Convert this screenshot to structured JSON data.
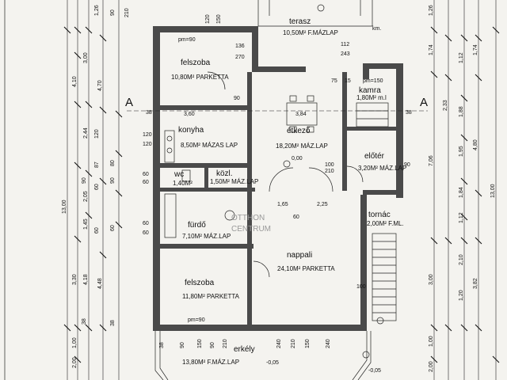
{
  "rooms": {
    "terasz": {
      "name": "terasz",
      "area": "10,50M² F.MÁZLAP"
    },
    "felszoba_top": {
      "name": "felszoba",
      "area": "10,80M² PARKETTA"
    },
    "kamra": {
      "name": "kamra",
      "area": "1,80M² m.l"
    },
    "konyha": {
      "name": "konyha",
      "area": "8,50M² MÁZAS LAP"
    },
    "etkezo": {
      "name": "étkező",
      "area": "18,20M² MÁZ.LAP"
    },
    "eloter": {
      "name": "előtér",
      "area": "3,20M² MÁZ.LAP"
    },
    "wc": {
      "name": "wc",
      "area": "1,40M²"
    },
    "kozl": {
      "name": "közl.",
      "area": "1,50M² MÁZ.LAP"
    },
    "furdo": {
      "name": "fürdő",
      "area": "7,10M² MÁZ.LAP"
    },
    "tornac": {
      "name": "tornác",
      "area": "2,00M² F.ML."
    },
    "nappali": {
      "name": "nappali",
      "area": "24,10M² PARKETTA"
    },
    "felszoba_bottom": {
      "name": "felszoba",
      "area": "11,80M² PARKETTA"
    },
    "erkely": {
      "name": "erkély",
      "area": "13,80M² F.MÁZ.LAP"
    }
  },
  "axes": {
    "left": "A",
    "right": "A"
  },
  "watermark": {
    "line1": "OTTHON",
    "line2": "CENTRUM"
  },
  "dims": {
    "left_outer": [
      "2,00",
      "1,00",
      "3,30",
      "2,05",
      "1,45",
      "4,10",
      "3,00",
      "1,26"
    ],
    "left_total": "13,00",
    "left_mid": [
      "4,48",
      "4,18",
      "2,44",
      "4,70"
    ],
    "left_inner": [
      "38",
      "90",
      "60",
      "120",
      "60",
      "87",
      "90",
      "38",
      "90",
      "80",
      "60",
      "210"
    ],
    "right_outer": [
      "2,00",
      "1,00",
      "3,00",
      "7,06",
      "1,74",
      "1,26"
    ],
    "right_total": "13,00",
    "right_mid": [
      "3,82",
      "4,80",
      "2,33",
      "1,74"
    ],
    "right_inner": [
      "1,20",
      "2,10",
      "1,12",
      "1,84",
      "1,95",
      "1,88",
      "1,12"
    ],
    "top": [
      "120",
      "150",
      "136",
      "270",
      "112",
      "243",
      "km."
    ],
    "interior": [
      "pm=90",
      "3,60",
      "3,84",
      "pm=150",
      "pm=90",
      "2,25",
      "1,65",
      "60",
      "0,00",
      "-0,05",
      "-0,05",
      "100",
      "210",
      "90",
      "90",
      "75",
      "15"
    ],
    "bottom": [
      "90",
      "150",
      "90",
      "210",
      "240",
      "210",
      "150",
      "38",
      "100",
      "240"
    ],
    "wall_marks": [
      "38",
      "38",
      "60",
      "60",
      "60",
      "60",
      "120",
      "120"
    ]
  }
}
